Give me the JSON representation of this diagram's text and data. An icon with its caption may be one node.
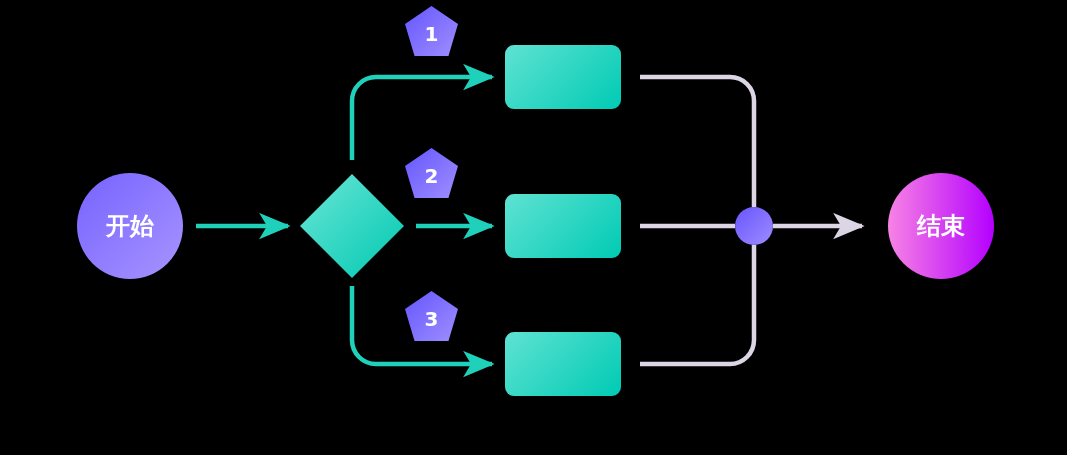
{
  "diagram": {
    "nodes": [
      {
        "text": [
          "开始"
        ]
      },
      {
        "text": [],
        "shape": "diamond"
      },
      {
        "text": [
          "1"
        ]
      },
      {
        "text": [],
        "shape": "box"
      },
      {
        "text": [
          "2"
        ]
      },
      {
        "text": [],
        "shape": "box"
      },
      {
        "text": [
          "3"
        ]
      },
      {
        "text": [],
        "shape": "box"
      },
      {
        "text": [],
        "shape": "circle"
      },
      {
        "text": [
          "结束"
        ]
      }
    ],
    "edges": [
      {
        "from": 0,
        "to": 1,
        "arrow": "to"
      },
      {
        "from": 1,
        "to": 3,
        "arrow": "to"
      },
      {
        "from": 1,
        "to": 5,
        "arrow": "to"
      },
      {
        "from": 1,
        "to": 7,
        "arrow": "to"
      },
      {
        "from": 3,
        "to": 8,
        "arrow": "none",
        "color": "#dcd6e4"
      },
      {
        "from": 5,
        "to": 8,
        "arrow": "none",
        "color": "#dcd6e4"
      },
      {
        "from": 7,
        "to": 8,
        "arrow": "none",
        "color": "#dcd6e4"
      },
      {
        "from": 8,
        "to": 9,
        "arrow": "to",
        "color": "#dcd6e4"
      }
    ]
  }
}
